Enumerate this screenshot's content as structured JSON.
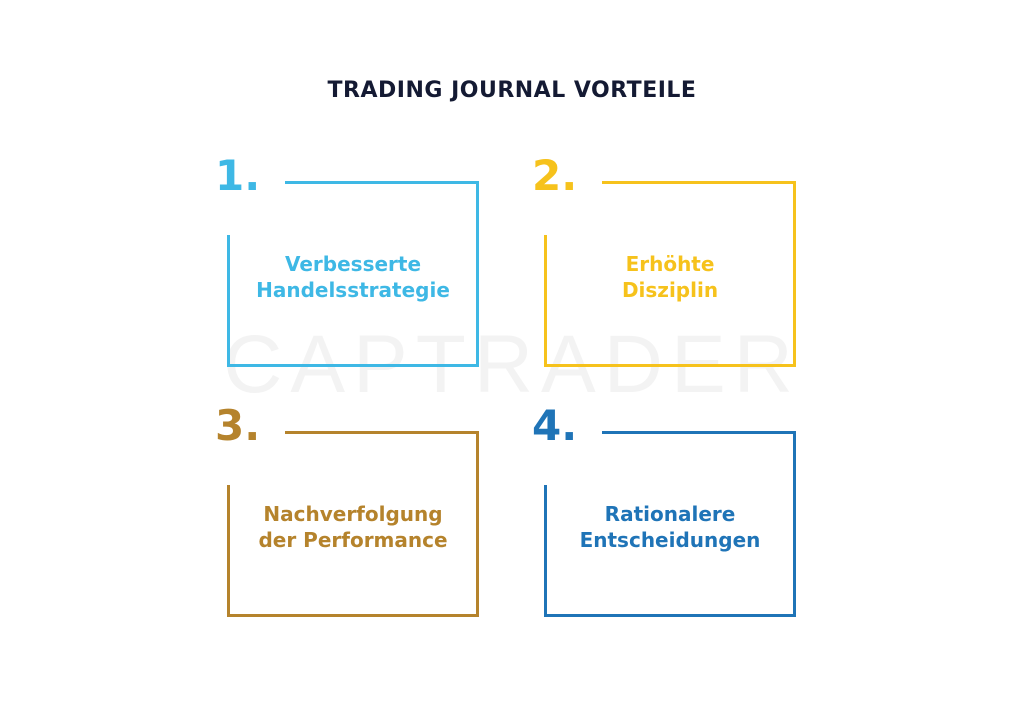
{
  "title": "TRADING JOURNAL VORTEILE",
  "watermark": "CAPTRADER",
  "cards": [
    {
      "number": "1.",
      "lines": [
        "Verbesserte",
        "Handelsstrategie"
      ],
      "color": "#3eb8e5"
    },
    {
      "number": "2.",
      "lines": [
        "Erhöhte",
        "Disziplin"
      ],
      "color": "#f6c21c"
    },
    {
      "number": "3.",
      "lines": [
        "Nachverfolgung",
        "der Performance"
      ],
      "color": "#b5832c"
    },
    {
      "number": "4.",
      "lines": [
        "Rationalere",
        "Entscheidungen"
      ],
      "color": "#1f74b7"
    }
  ]
}
